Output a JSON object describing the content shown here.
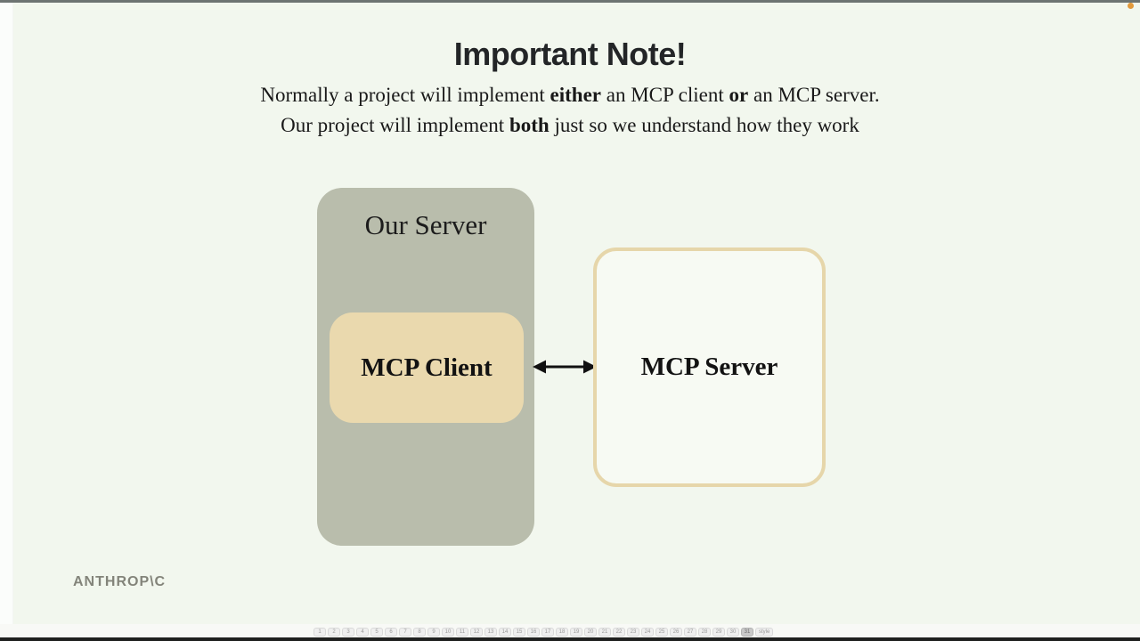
{
  "window": {
    "top_bar_color": "#6d7472",
    "bottom_bar_color": "#1f201f",
    "indicator_color": "#e2993b"
  },
  "slide": {
    "background": "#f2f7ee",
    "title": "Important Note!",
    "subtitle_lines": [
      {
        "segments": [
          {
            "text": "Normally a project will implement ",
            "bold": false
          },
          {
            "text": "either",
            "bold": true
          },
          {
            "text": " an MCP client ",
            "bold": false
          },
          {
            "text": "or",
            "bold": true
          },
          {
            "text": " an MCP server.",
            "bold": false
          }
        ]
      },
      {
        "segments": [
          {
            "text": "Our project will implement ",
            "bold": false
          },
          {
            "text": "both",
            "bold": true
          },
          {
            "text": " just so we understand how they work",
            "bold": false
          }
        ]
      }
    ],
    "diagram": {
      "our_server": {
        "label": "Our Server",
        "fill": "#b9bdac"
      },
      "mcp_client": {
        "label": "MCP Client",
        "fill": "#ead9ae"
      },
      "mcp_server": {
        "label": "MCP Server",
        "border_color": "#e6d6aa",
        "fill": "#f7faf3"
      },
      "arrow_color": "#111111"
    },
    "footer_logo": "ANTHROP\\C"
  },
  "pager": {
    "pages": [
      "1",
      "2",
      "3",
      "4",
      "5",
      "6",
      "7",
      "8",
      "9",
      "10",
      "11",
      "12",
      "13",
      "14",
      "15",
      "16",
      "17",
      "18",
      "19",
      "20",
      "21",
      "22",
      "23",
      "24",
      "25",
      "26",
      "27",
      "28",
      "29",
      "30",
      "31"
    ],
    "selected": "31",
    "style_label": "style"
  }
}
